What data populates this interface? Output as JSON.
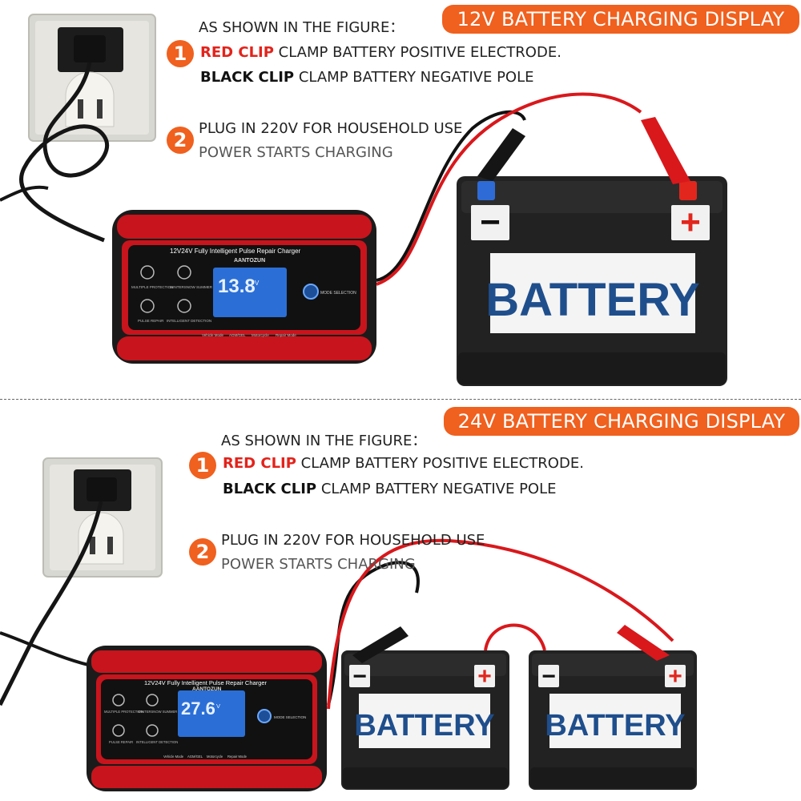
{
  "top": {
    "banner": "12V BATTERY CHARGING DISPLAY",
    "intro": "AS SHOWN IN THE FIGURE：",
    "step1": {
      "number": "1",
      "red_clip": "RED CLIP",
      "red_text": " CLAMP BATTERY POSITIVE ELECTRODE.",
      "black_clip": "BLACK CLIP",
      "black_text": " CLAMP BATTERY NEGATIVE POLE"
    },
    "step2": {
      "number": "2",
      "line1": "PLUG IN 220V FOR HOUSEHOLD USE",
      "line2": "POWER STARTS CHARGING"
    },
    "charger": {
      "model": "12V24V Fully Intelligent Pulse Repair Charger",
      "brand": "AANTOZUN",
      "display": "13.8",
      "unit": "V",
      "mode_selection": "MODE SELECTION",
      "labels": [
        "MULTIPLE PROTECTION",
        "WINTERSNOW SUMMER",
        "PULSE REPAIR",
        "INTELLIGENT DETECTION"
      ],
      "modes": [
        "Vehicle Mode",
        "AGM/GEL",
        "Motorcycle",
        "Repair Mode"
      ]
    },
    "battery": {
      "label": "BATTERY",
      "minus": "−",
      "plus": "+"
    }
  },
  "bottom": {
    "banner": "24V BATTERY CHARGING DISPLAY",
    "intro": "AS SHOWN IN THE FIGURE：",
    "step1": {
      "number": "1",
      "red_clip": "RED CLIP",
      "red_text": " CLAMP BATTERY POSITIVE ELECTRODE.",
      "black_clip": "BLACK CLIP",
      "black_text": " CLAMP BATTERY NEGATIVE POLE"
    },
    "step2": {
      "number": "2",
      "line1": "PLUG IN 220V FOR HOUSEHOLD USE",
      "line2": "POWER STARTS CHARGING"
    },
    "charger": {
      "model": "12V24V Fully Intelligent Pulse Repair Charger",
      "brand": "AANTOZUN",
      "display": "27.6",
      "unit": "V",
      "mode_selection": "MODE SELECTION",
      "labels": [
        "MULTIPLE PROTECTION",
        "WINTERSNOW SUMMER",
        "PULSE REPAIR",
        "INTELLIGENT DETECTION"
      ],
      "modes": [
        "Vehicle Mode",
        "AGM/GEL",
        "Motorcycle",
        "Repair Mode"
      ]
    },
    "battery_1": {
      "label": "BATTERY",
      "minus": "−",
      "plus": "+"
    },
    "battery_2": {
      "label": "BATTERY",
      "minus": "−",
      "plus": "+"
    }
  },
  "colors": {
    "accent_orange": "#f0601e",
    "clip_red": "#e3231b",
    "charger_red": "#c8141c",
    "battery_label_blue": "#1f4e8c",
    "lcd_blue": "#2b6fd6"
  },
  "icons": [
    "power-outlet-icon",
    "power-plug-icon",
    "step-number-1",
    "step-number-2",
    "plus-icon",
    "minus-icon",
    "mode-button-icon"
  ]
}
